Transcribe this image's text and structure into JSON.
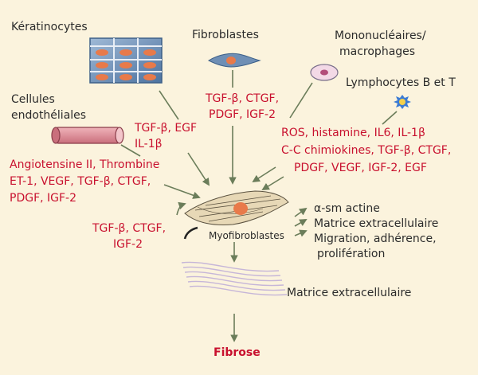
{
  "cells": {
    "keratinocytes": "Kératinocytes",
    "fibroblastes": "Fibroblastes",
    "mononucleaires_line1": "Mononucléaires/",
    "mononucleaires_line2": "macrophages",
    "lymphocytes": "Lymphocytes B et T",
    "endotheliales_line1": "Cellules",
    "endotheliales_line2": "endothéliales",
    "myofibroblastes": "Myofibroblastes"
  },
  "factors": {
    "keratinocytes": [
      "TGF-β, EGF",
      "IL-1β"
    ],
    "fibroblastes": [
      "TGF-β, CTGF,",
      "PDGF, IGF-2"
    ],
    "immune": [
      "ROS, histamine, IL6, IL-1β",
      "C-C chimiokines, TGF-β, CTGF,",
      "PDGF, VEGF, IGF-2, EGF"
    ],
    "endotheliales": [
      "Angiotensine II, Thrombine",
      "ET-1, VEGF, TGF-β, CTGF,",
      "PDGF, IGF-2"
    ],
    "autocrine": [
      "TGF-β, CTGF,",
      "IGF-2"
    ]
  },
  "effects": [
    "α-sm actine",
    "Matrice extracellulaire",
    "Migration, adhérence,",
    "prolifération"
  ],
  "matrix_label": "Matrice extracellulaire",
  "outcome": "Fibrose",
  "colors": {
    "background": "#fbf3dd",
    "factor_text": "#c8102e",
    "arrow": "#6b7d5a",
    "cell_blue": "#5b7fa6",
    "nucleus_orange": "#e87a4a",
    "endothelial_pink": "#d98a94"
  }
}
